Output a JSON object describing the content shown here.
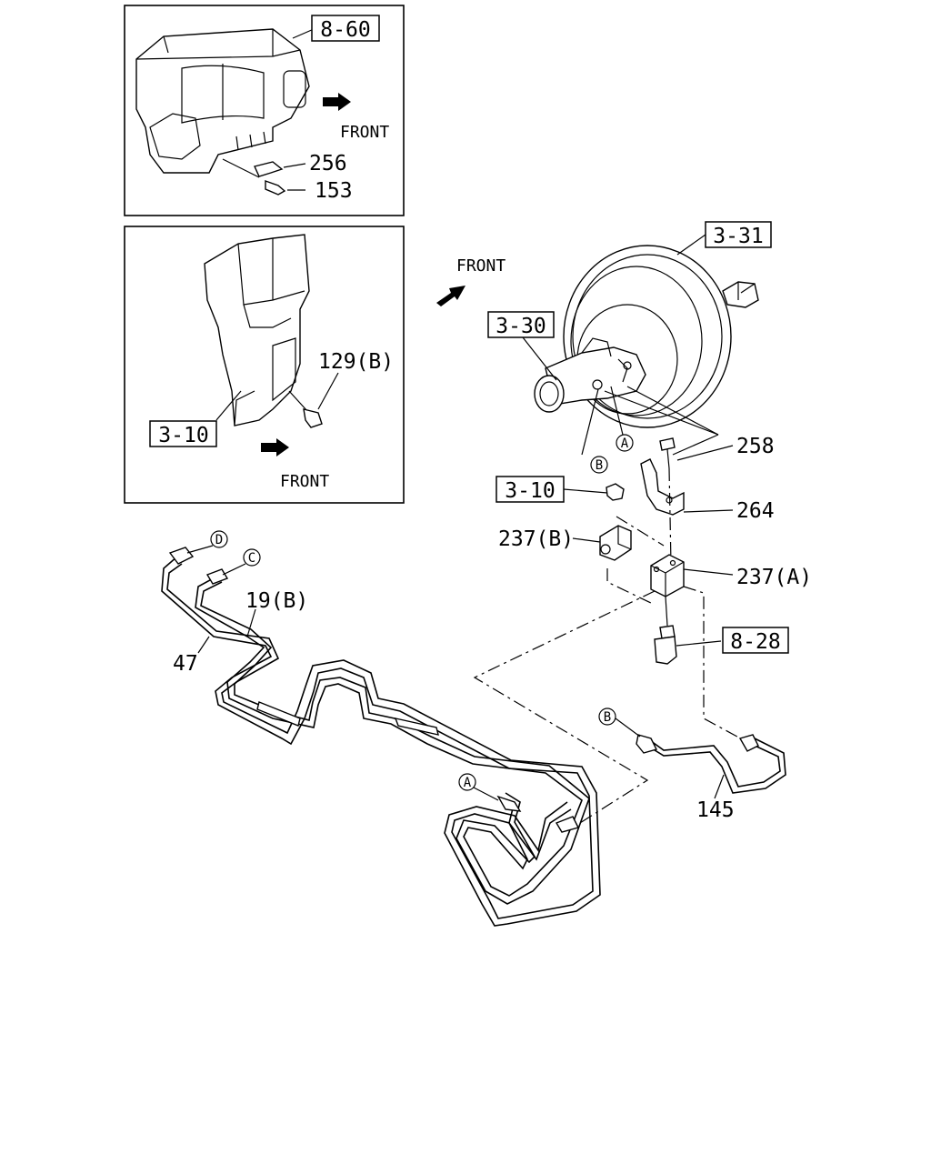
{
  "front_text": "FRONT",
  "labels": {
    "ref_8_60": "8-60",
    "ref_3_31": "3-31",
    "ref_3_30": "3-30",
    "ref_3_10_inset": "3-10",
    "ref_3_10_main": "3-10",
    "ref_8_28": "8-28",
    "p256": "256",
    "p153": "153",
    "p129b": "129(B)",
    "p258": "258",
    "p264": "264",
    "p237b": "237(B)",
    "p237a": "237(A)",
    "p19b": "19(B)",
    "p47": "47",
    "p145": "145"
  },
  "connectors": {
    "a1": "A",
    "b1": "B",
    "a2": "A",
    "b2": "B",
    "c": "C",
    "d": "D"
  }
}
